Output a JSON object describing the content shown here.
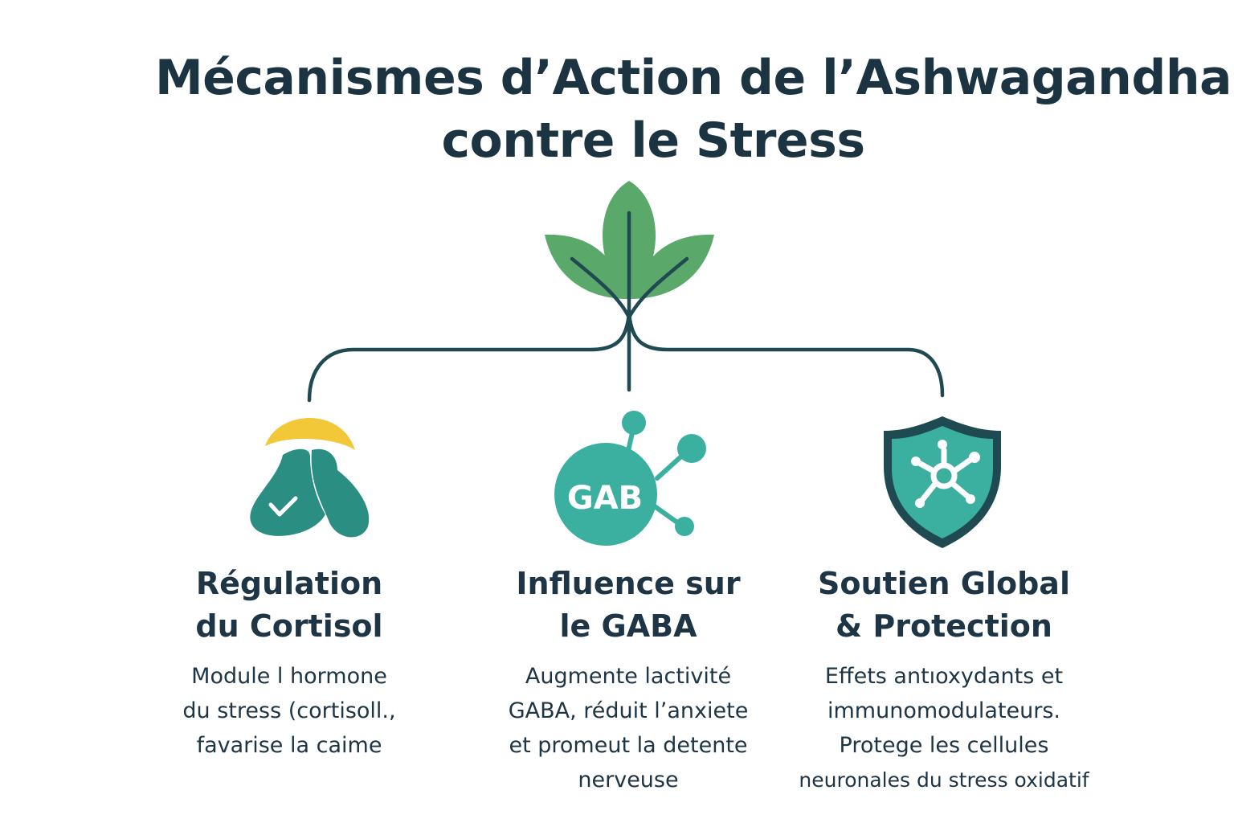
{
  "title": {
    "line1": "Mécanismes d’Action de l’Ashwagandha",
    "line2": "contre le Stress"
  },
  "icons": {
    "root": "plant-leaves-icon",
    "left": "adrenal-gland-icon",
    "center": "gaba-molecule-icon",
    "right": "shield-molecule-icon"
  },
  "gaba_icon_text": "GAB",
  "colors": {
    "leaf": "#5aa86a",
    "line": "#1f4a52",
    "teal": "#2a8f82",
    "teal_light": "#3bb0a0",
    "yellow": "#f2c838",
    "text": "#1d3545"
  },
  "columns": [
    {
      "title_line1": "Régulation",
      "title_line2": "du Cortisol",
      "desc_line1": "Module l hormone",
      "desc_line2": "du stress (cortisoll.,",
      "desc_line3": "favarise la caime",
      "desc_line4": ""
    },
    {
      "title_line1": "Influence sur",
      "title_line2": "le GABA",
      "desc_line1": "Augmente lactivité",
      "desc_line2": "GABA, réduit l’anxiete",
      "desc_line3": "et promeut la detente",
      "desc_line4": "nerveuse"
    },
    {
      "title_line1": "Soutien Global",
      "title_line2": "& Protection",
      "desc_line1": "Effets antıoxydants et",
      "desc_line2": "immunomodulateurs.",
      "desc_line3": "Protege les cellules",
      "desc_line4": "neuronales du stress oxidatif"
    }
  ]
}
